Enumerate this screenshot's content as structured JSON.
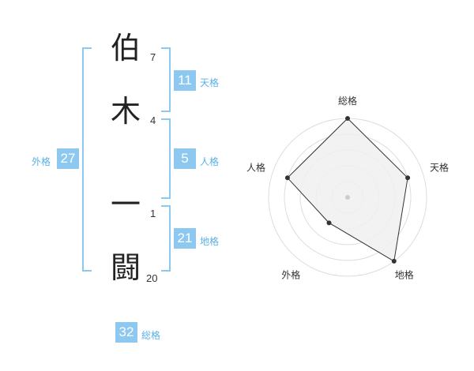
{
  "name": {
    "chars": [
      {
        "char": "伯",
        "strokes": "7"
      },
      {
        "char": "木",
        "strokes": "4"
      },
      {
        "char": "一",
        "strokes": "1"
      },
      {
        "char": "闘",
        "strokes": "20"
      }
    ]
  },
  "kaku": {
    "tenkaku": {
      "value": "11",
      "label": "天格"
    },
    "jinkaku": {
      "value": "5",
      "label": "人格"
    },
    "chikaku": {
      "value": "21",
      "label": "地格"
    },
    "gaikaku": {
      "value": "27",
      "label": "外格"
    },
    "soukaku": {
      "value": "32",
      "label": "総格"
    }
  },
  "colors": {
    "accent": "#8cc8f0",
    "label_text": "#5ab0e4",
    "radar_fill": "#f0f0f0",
    "radar_line": "#333333",
    "ring": "#dddddd"
  },
  "chart_data": {
    "type": "radar",
    "axes": [
      "総格",
      "天格",
      "地格",
      "外格",
      "人格"
    ],
    "values": [
      1.0,
      0.8,
      1.0,
      0.4,
      0.8
    ],
    "rings": 5
  }
}
